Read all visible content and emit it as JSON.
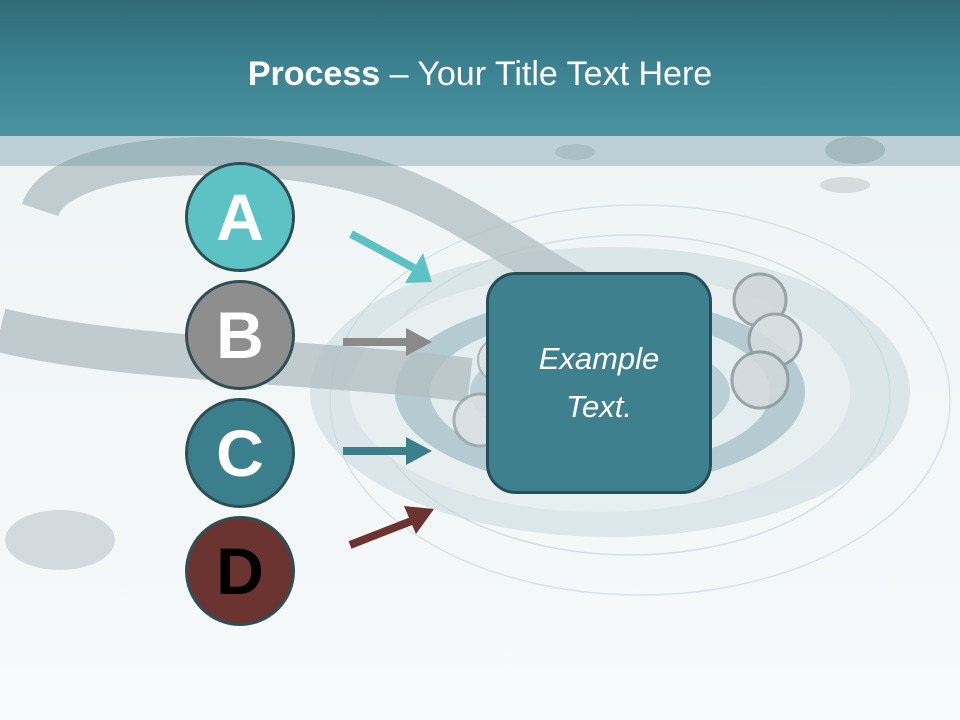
{
  "title": {
    "bold": "Process",
    "rest": " – Your Title Text Here"
  },
  "steps": [
    {
      "letter": "A",
      "color": "#5cc2c4",
      "text_color": "#ffffff",
      "arrow_color": "#5cc2c4"
    },
    {
      "letter": "B",
      "color": "#8e8e8e",
      "text_color": "#ffffff",
      "arrow_color": "#8a8a8a"
    },
    {
      "letter": "C",
      "color": "#3b7f8d",
      "text_color": "#ffffff",
      "arrow_color": "#3b7f8d"
    },
    {
      "letter": "D",
      "color": "#6b3431",
      "text_color": "#000000",
      "arrow_color": "#6b3431"
    }
  ],
  "textbox": {
    "text": "Example Text.",
    "color": "#3f808e"
  },
  "colors": {
    "header": "#3d8493",
    "background": "#f3f7f8"
  }
}
